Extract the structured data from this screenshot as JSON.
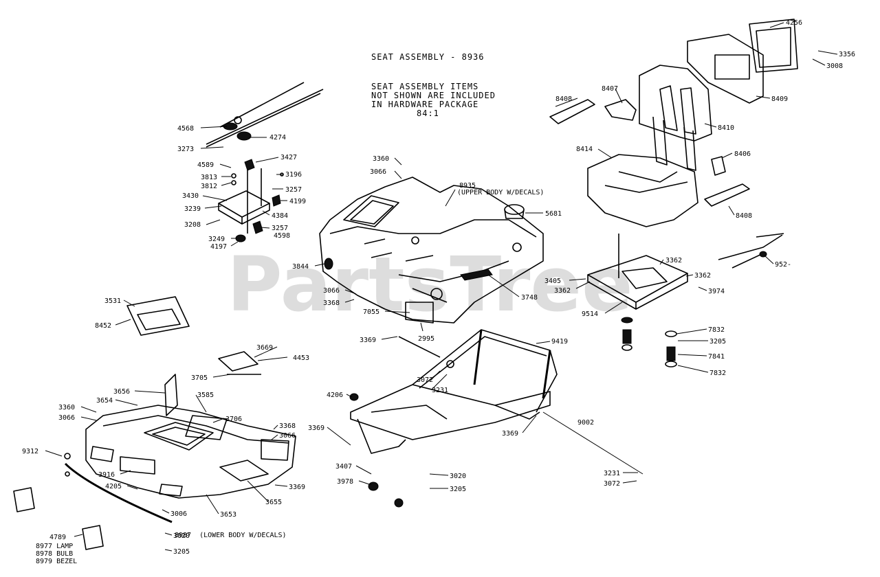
{
  "header": {
    "title": "SEAT ASSEMBLY - 8936",
    "note_lines": [
      "SEAT ASSEMBLY ITEMS",
      "NOT SHOWN ARE INCLUDED",
      "IN HARDWARE PACKAGE",
      "84:1"
    ]
  },
  "watermark": "PartsTree",
  "lamp_notes": [
    "8977 LAMP",
    "8978 BULB",
    "8979 BEZEL"
  ],
  "parts": {
    "p4568": "4568",
    "p4274": "4274",
    "p3273": "3273",
    "p4589": "4589",
    "p3427": "3427",
    "p3813": "3813",
    "p3812": "3812",
    "p3196": "3196",
    "p3257a": "3257",
    "p3430": "3430",
    "p4199": "4199",
    "p3239": "3239",
    "p4384": "4384",
    "p3208": "3208",
    "p3257b": "3257",
    "p3249": "3249",
    "p4598": "4598",
    "p4197": "4197",
    "p3360a": "3360",
    "p3066a": "3066",
    "p8935": "8935",
    "p8935_desc": "(UPPER BODY W/DECALS)",
    "p5681": "5681",
    "p3844": "3844",
    "p3066b": "3066",
    "p3368a": "3368",
    "p3748": "3748",
    "p7055": "7055",
    "p2995": "2995",
    "p8408a": "8408",
    "p8407": "8407",
    "p4256": "4256",
    "p3356": "3356",
    "p3008": "3008",
    "p8409": "8409",
    "p8410": "8410",
    "p8414": "8414",
    "p8406": "8406",
    "p8408b": "8408",
    "p952": "952-",
    "p3362a": "3362",
    "p3362b": "3362",
    "p3405": "3405",
    "p3362c": "3362",
    "p3974": "3974",
    "p9514": "9514",
    "p7832a": "7832",
    "p3205a": "3205",
    "p7841": "7841",
    "p7832b": "7832",
    "p3531": "3531",
    "p8452": "8452",
    "p3669": "3669",
    "p4453": "4453",
    "p3705": "3705",
    "p3656": "3656",
    "p3585": "3585",
    "p3654": "3654",
    "p3360b": "3360",
    "p3066c": "3066",
    "p3706": "3706",
    "p3368b": "3368",
    "p3066d": "3066",
    "p9312": "9312",
    "p3916": "3916",
    "p4205": "4205",
    "p3655": "3655",
    "p3369a": "3369",
    "p3653": "3653",
    "p3006": "3006",
    "p3020a": "3020",
    "p3205b": "3205",
    "p4789": "4789",
    "p8987": "8987",
    "p8987_desc": "(LOWER BODY W/DECALS)",
    "p3369b": "3369",
    "p9419": "9419",
    "p3072a": "3072",
    "p3231a": "3231",
    "p4206": "4206",
    "p3369c": "3369",
    "p3369d": "3369",
    "p9002": "9002",
    "p3407": "3407",
    "p3978": "3978",
    "p3020b": "3020",
    "p3205c": "3205",
    "p3231b": "3231",
    "p3072b": "3072"
  }
}
